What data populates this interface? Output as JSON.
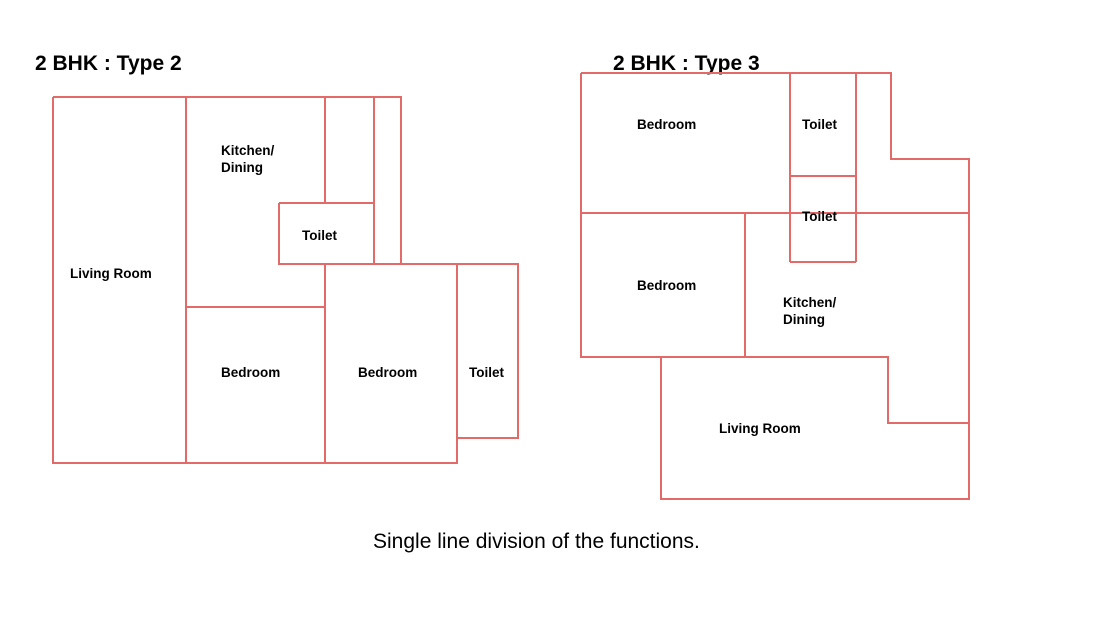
{
  "plan_type2": {
    "title": "2 BHK :  Type 2",
    "rooms": {
      "living": "Living Room",
      "kitchen_line1": "Kitchen/",
      "kitchen_line2": "Dining",
      "toilet_upper": "Toilet",
      "bedroom_left": "Bedroom",
      "bedroom_right": "Bedroom",
      "toilet_right": "Toilet"
    }
  },
  "plan_type3": {
    "title": "2 BHK :  Type 3",
    "rooms": {
      "bedroom_top": "Bedroom",
      "toilet_top": "Toilet",
      "toilet_mid": "Toilet",
      "bedroom_mid": "Bedroom",
      "kitchen_line1": "Kitchen/",
      "kitchen_line2": "Dining",
      "living": "Living Room"
    }
  },
  "caption": "Single line division of the functions.",
  "colors": {
    "wall": "#e46a6a",
    "text": "#000000",
    "background": "#ffffff"
  }
}
